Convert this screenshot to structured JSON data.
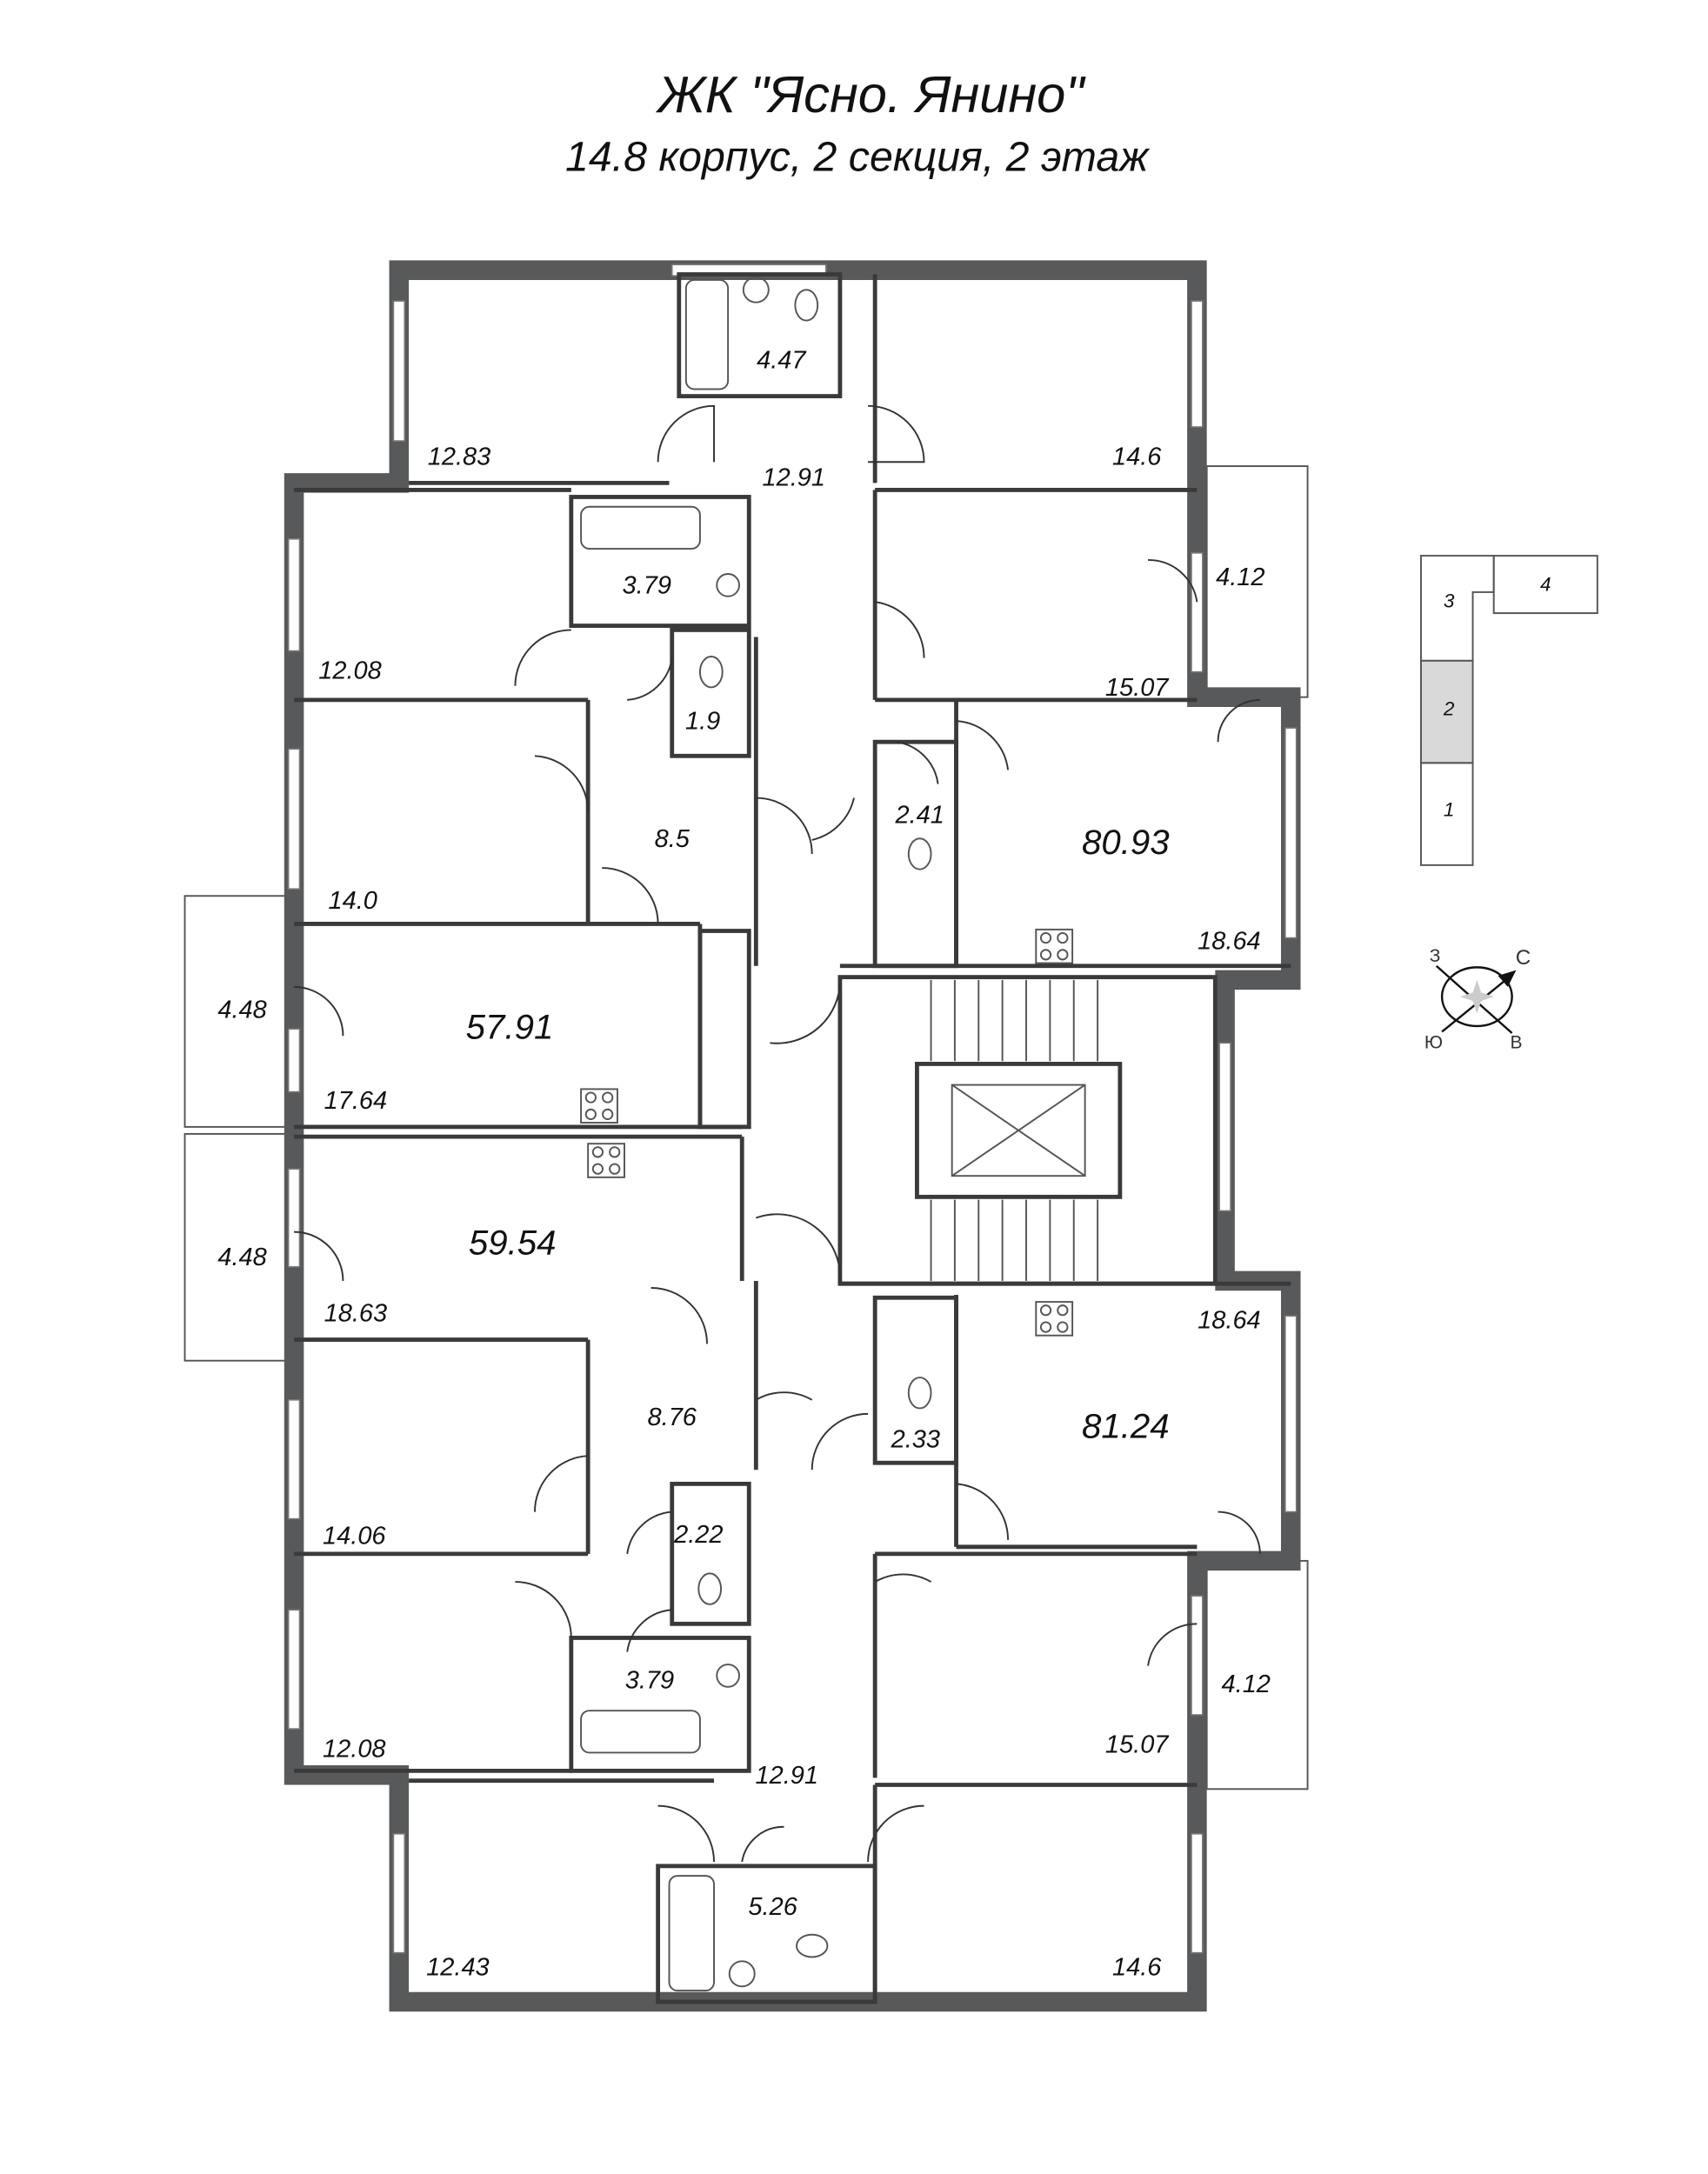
{
  "header": {
    "title": "ЖК \"Ясно. Янино\"",
    "subtitle": "14.8 корпус, 2 секция, 2 этаж"
  },
  "apartments": [
    {
      "total": "57.91"
    },
    {
      "total": "59.54"
    },
    {
      "total": "80.93"
    },
    {
      "total": "81.24"
    }
  ],
  "rooms": [
    "12.83",
    "4.47",
    "14.6",
    "12.91",
    "3.79",
    "12.08",
    "4.12",
    "15.07",
    "1.9",
    "8.5",
    "14.0",
    "2.41",
    "18.64",
    "4.48",
    "17.64",
    "4.48",
    "18.63",
    "18.64",
    "8.76",
    "2.33",
    "14.06",
    "2.22",
    "3.79",
    "4.12",
    "12.08",
    "15.07",
    "12.91",
    "5.26",
    "12.43",
    "14.6"
  ],
  "key_plan": {
    "sections": [
      "1",
      "2",
      "3",
      "4"
    ],
    "current_section": "2",
    "highlight_color": "#d9d9d9"
  },
  "compass": {
    "north": "С",
    "south": "Ю",
    "east": "В",
    "west": "З"
  },
  "colors": {
    "wall": "#58595b"
  }
}
